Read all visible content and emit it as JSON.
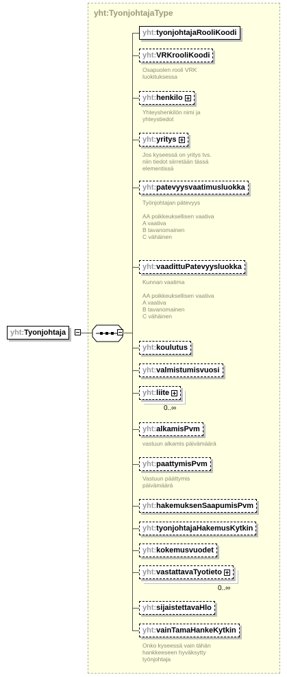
{
  "prefix": "yht:",
  "type_title": "yht:TyonjohtajaType",
  "root": {
    "name": "Tyonjohtaja"
  },
  "elements": [
    {
      "name": "tyonjohtajaRooliKoodi"
    },
    {
      "name": "VRKrooliKoodi",
      "desc": "Osapuolen rooli VRK\nluokituksessa"
    },
    {
      "name": "henkilo",
      "desc": "Yhteyshenkilön nimi ja\nyhteystiedot"
    },
    {
      "name": "yritys",
      "desc": "Jos kyseessä on yritys tvs.\nniin tiedot siirretään tässä\nelementissä"
    },
    {
      "name": "patevyysvaatimusluokka",
      "desc": "Työnjohtajan pätevyys\n\nAA poikkeuksellisen vaativa\nA  vaativa\nB tavanomainen\nC vähäinen"
    },
    {
      "name": "vaadittuPatevyysluokka",
      "desc": "Kunnan vaatima\n\nAA poikkeuksellisen vaativa\nA  vaativa\nB tavanomainen\nC vähäinen"
    },
    {
      "name": "koulutus"
    },
    {
      "name": "valmistumisvuosi"
    },
    {
      "name": "liite",
      "occurrence": "0..∞"
    },
    {
      "name": "alkamisPvm",
      "desc": "vastuun alkamis päivämäärä"
    },
    {
      "name": "paattymisPvm",
      "desc": "Vastuun päättymis\npäivämäärä"
    },
    {
      "name": "hakemuksenSaapumisPvm"
    },
    {
      "name": "tyonjohtajaHakemusKytkin"
    },
    {
      "name": "kokemusvuodet"
    },
    {
      "name": "vastattavaTyotieto",
      "occurrence": "0..∞"
    },
    {
      "name": "sijaistettavaHlo"
    },
    {
      "name": "vainTamaHankeKytkin",
      "desc": "Onko kyseessä vain tähän\nhankkeeseen hyväksytty\ntyönjohtaja"
    }
  ]
}
